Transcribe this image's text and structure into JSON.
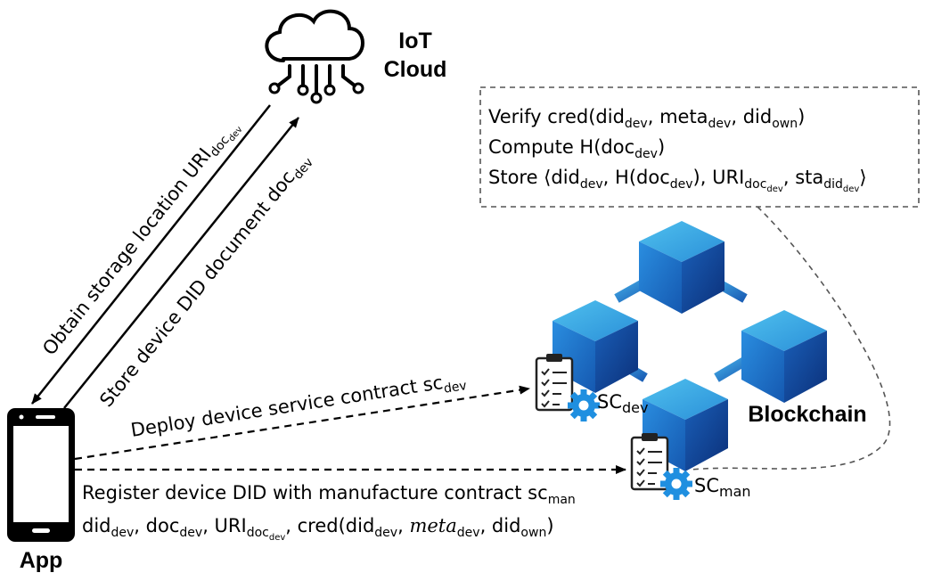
{
  "iot_cloud": {
    "line1": "IoT",
    "line2": "Cloud"
  },
  "app": {
    "label": "App"
  },
  "blockchain": {
    "label": "Blockchain"
  },
  "contracts": {
    "sc_dev": {
      "base": "SC",
      "sub": "dev"
    },
    "sc_man": {
      "base": "SC",
      "sub": "man"
    }
  },
  "arrows": {
    "obtain": {
      "text": "Obtain storage location URI",
      "sub": "doc",
      "subsub": "dev"
    },
    "store": {
      "text": "Store device DID document doc",
      "sub": "dev"
    },
    "deploy": {
      "text": "Deploy device service contract sc",
      "sub": "dev"
    },
    "register": {
      "line1": {
        "text": "Register device DID with manufacture contract sc",
        "sub": "man"
      },
      "line2": {
        "did": "did",
        "did_sub": "dev",
        "doc": "doc",
        "doc_sub": "dev",
        "uri": "URI",
        "uri_sub": "doc",
        "uri_subsub": "dev",
        "cred_open": "cred(did",
        "cred_sub": "dev",
        "meta": "meta",
        "meta_sub": "dev",
        "own": "did",
        "own_sub": "own",
        "sep": ", ",
        "close": ")"
      }
    }
  },
  "verify_box": {
    "line1": {
      "a": "Verify cred(did",
      "a_sub": "dev",
      "b": "meta",
      "b_sub": "dev",
      "c": "did",
      "c_sub": "own",
      "sep": ", ",
      "close": ")"
    },
    "line2": {
      "a": "Compute H(doc",
      "a_sub": "dev",
      "close": ")"
    },
    "line3": {
      "open": "Store ⟨did",
      "a_sub": "dev",
      "b": "H(doc",
      "b_sub": "dev",
      "b_close": ")",
      "c": "URI",
      "c_sub": "doc",
      "c_subsub": "dev",
      "d": "sta",
      "d_sub": "did",
      "d_subsub": "dev",
      "sep": ", ",
      "close": "⟩"
    }
  },
  "colors": {
    "cube_top": "#3aa8e2",
    "cube_left": "#1e6fc1",
    "cube_right": "#0d3f8f",
    "link": "#2c7fd4",
    "gear": "#1f8fe0"
  }
}
